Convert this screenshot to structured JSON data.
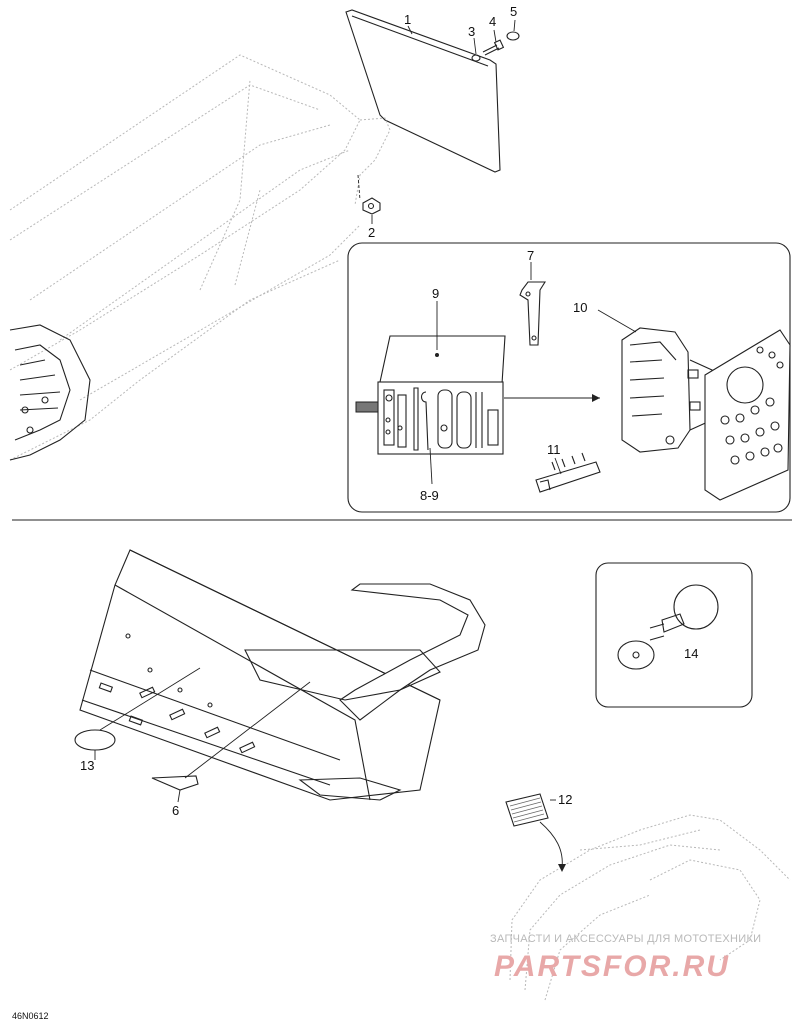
{
  "callouts": {
    "c1": "1",
    "c2": "2",
    "c3": "3",
    "c4": "4",
    "c5": "5",
    "c6": "6",
    "c7": "7",
    "c8_9": "8-9",
    "c9": "9",
    "c10": "10",
    "c11": "11",
    "c12": "12",
    "c13": "13",
    "c14": "14"
  },
  "diagram_code": "46N0612",
  "watermark": {
    "line1": "ЗАПЧАСТИ И АКСЕССУАРЫ ДЛЯ МОТОТЕХНИКИ",
    "logo": "PARTSFOR.RU"
  }
}
